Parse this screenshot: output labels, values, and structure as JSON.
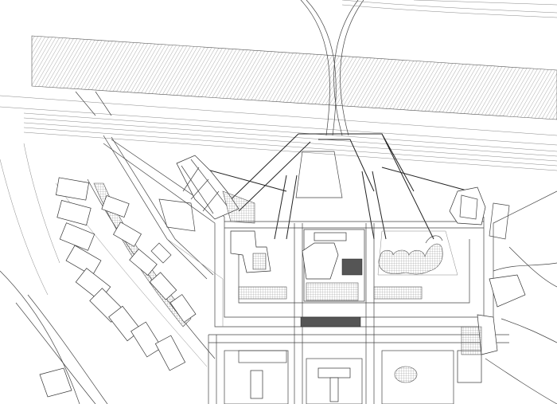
{
  "drawing": {
    "kind": "urban site plan line drawing",
    "line_color": "#333333",
    "background": "#ffffff",
    "fill_patterns": [
      "diagonal-hatch",
      "fine-grid"
    ]
  }
}
